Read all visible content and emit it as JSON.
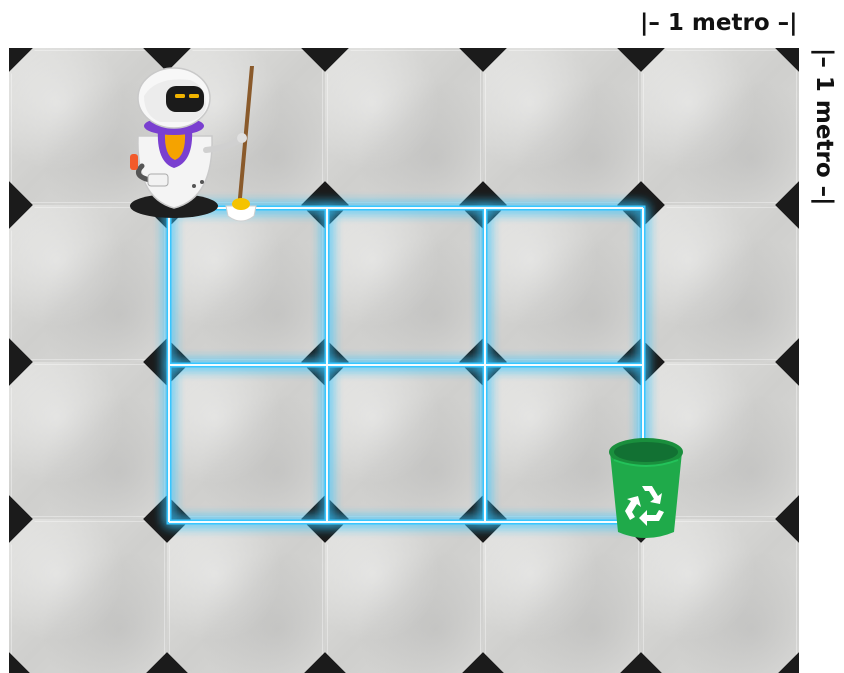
{
  "scale": {
    "horizontal_label": "|– 1 metro –|",
    "vertical_label": "|– 1 metro –|"
  },
  "board": {
    "columns": 5,
    "rows": 4,
    "highlight": {
      "columns": 3,
      "rows": 2,
      "color": "#39c6ff"
    }
  },
  "icons": {
    "robot": "cleaning-robot-with-broom",
    "bin": "recycle-bin-icon"
  },
  "colors": {
    "tile": "#d8d8d6",
    "tile_corner": "#1b1b1b",
    "glow": "#39c6ff",
    "bin": "#1faa4a",
    "robot_accent": "#7a3fd0",
    "robot_visor": "#f2b400"
  }
}
